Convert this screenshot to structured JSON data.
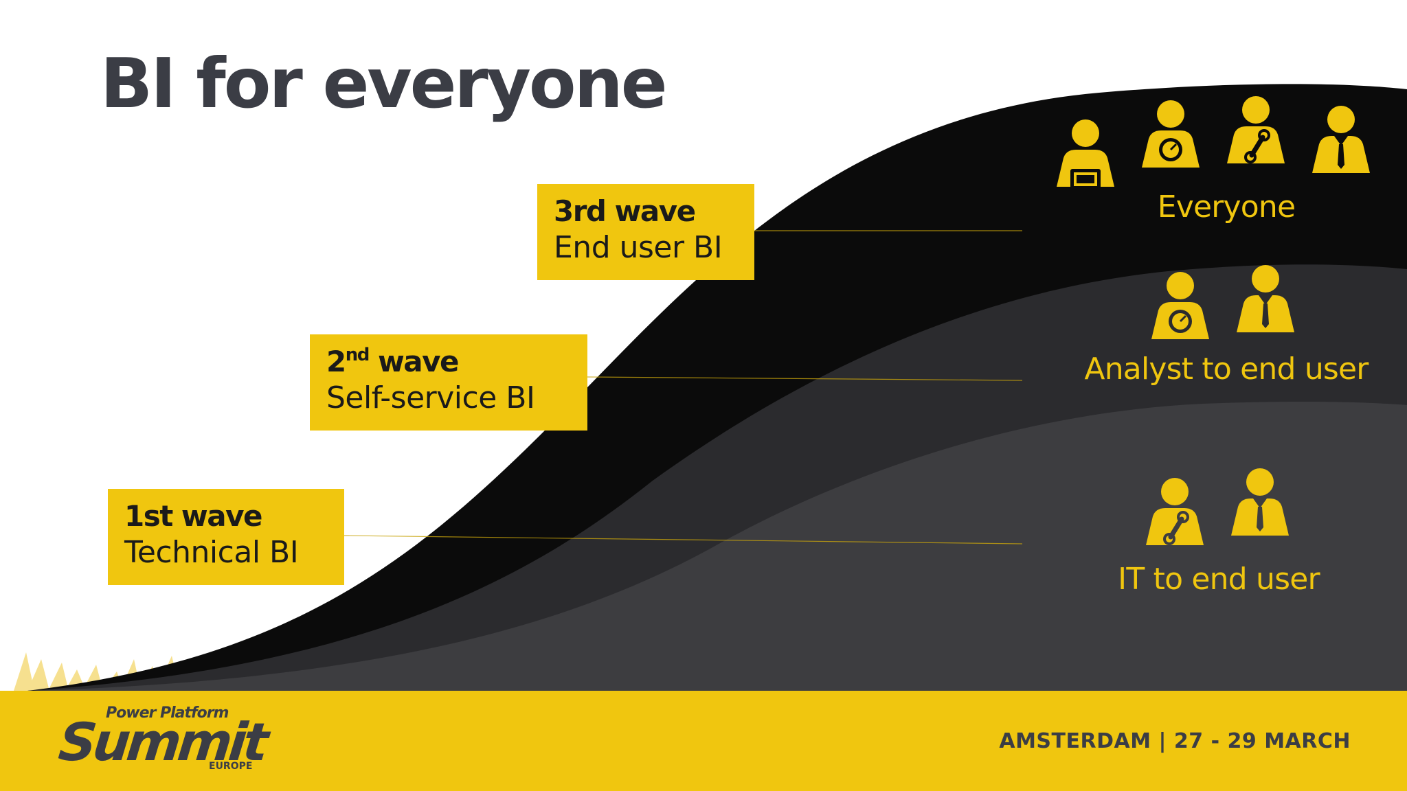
{
  "slide": {
    "title": "BI for everyone",
    "waves": [
      {
        "label": "1st wave",
        "type": "Technical BI"
      },
      {
        "label_base": "2",
        "label_sup": "nd",
        "label_rest": " wave",
        "type": "Self-service BI"
      },
      {
        "label": "3rd wave",
        "type": "End user BI"
      }
    ],
    "groups": [
      {
        "label": "IT to end user",
        "icons": [
          "technician-person-icon",
          "businessman-person-icon"
        ]
      },
      {
        "label": "Analyst to end user",
        "icons": [
          "analyst-person-icon",
          "businessman-person-icon"
        ]
      },
      {
        "label": "Everyone",
        "icons": [
          "tablet-person-icon",
          "analyst-person-icon",
          "technician-person-icon",
          "businessman-person-icon"
        ]
      }
    ],
    "colors": {
      "accent": "#f0c60f",
      "dark_band": "#0b0b0b",
      "mid_band": "#2b2b2e",
      "light_band": "#3d3d40",
      "title": "#3b3d45"
    }
  },
  "footer": {
    "logo_top": "Power Platform",
    "logo_main": "Summit",
    "logo_sub": "EUROPE",
    "event_info": "AMSTERDAM | 27 - 29 MARCH"
  }
}
